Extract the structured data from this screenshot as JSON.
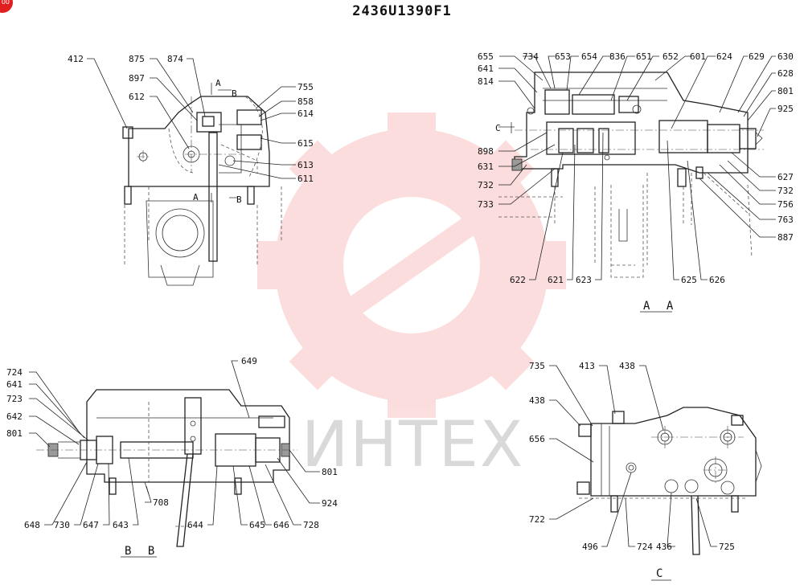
{
  "title": "2436U1390F1",
  "badge": "00",
  "watermark": "ИНТЕХ",
  "sections": {
    "aa": "A A",
    "bb": "B B",
    "c": "C",
    "mark_a": "A",
    "mark_b": "B",
    "mark_c": "C"
  },
  "labels": {
    "top_left": [
      "412",
      "875",
      "874",
      "897",
      "612",
      "755",
      "858",
      "614",
      "615",
      "613",
      "611"
    ],
    "top_right": [
      "655",
      "734",
      "653",
      "654",
      "836",
      "651",
      "652",
      "601",
      "624",
      "629",
      "630",
      "641",
      "814",
      "628",
      "801",
      "925",
      "898",
      "631",
      "732",
      "733",
      "627",
      "732",
      "756",
      "763",
      "887",
      "622",
      "621",
      "623",
      "625",
      "626"
    ],
    "bottom_left": [
      "649",
      "724",
      "641",
      "723",
      "642",
      "801",
      "801",
      "924",
      "648",
      "730",
      "647",
      "643",
      "708",
      "644",
      "645",
      "646",
      "728"
    ],
    "bottom_right": [
      "735",
      "413",
      "438",
      "438",
      "656",
      "722",
      "496",
      "724",
      "436",
      "725"
    ]
  }
}
